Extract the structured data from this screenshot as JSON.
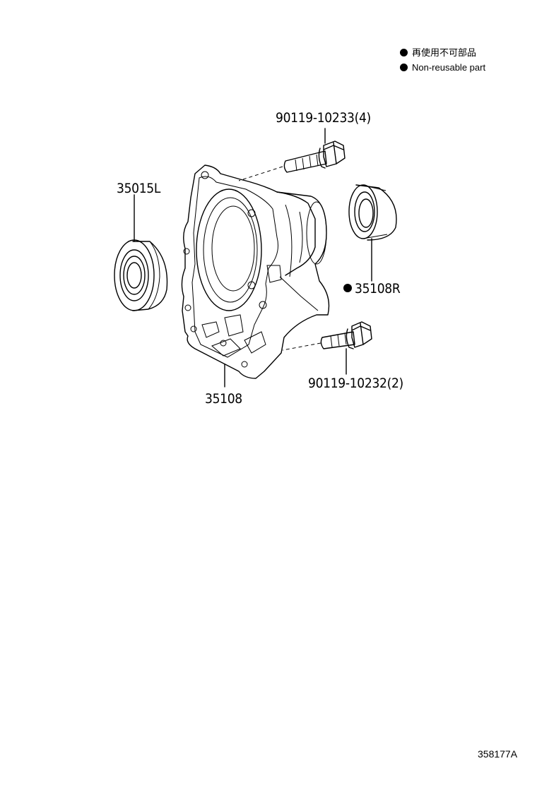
{
  "legend": {
    "line_jp": "再使用不可部品",
    "line_en": "Non-reusable part"
  },
  "parts": {
    "bolt_top": "90119-10233(4)",
    "bearing": "35015L",
    "seal": "35108R",
    "bolt_bottom": "90119-10232(2)",
    "housing": "35108"
  },
  "diagram_code": "358177A"
}
